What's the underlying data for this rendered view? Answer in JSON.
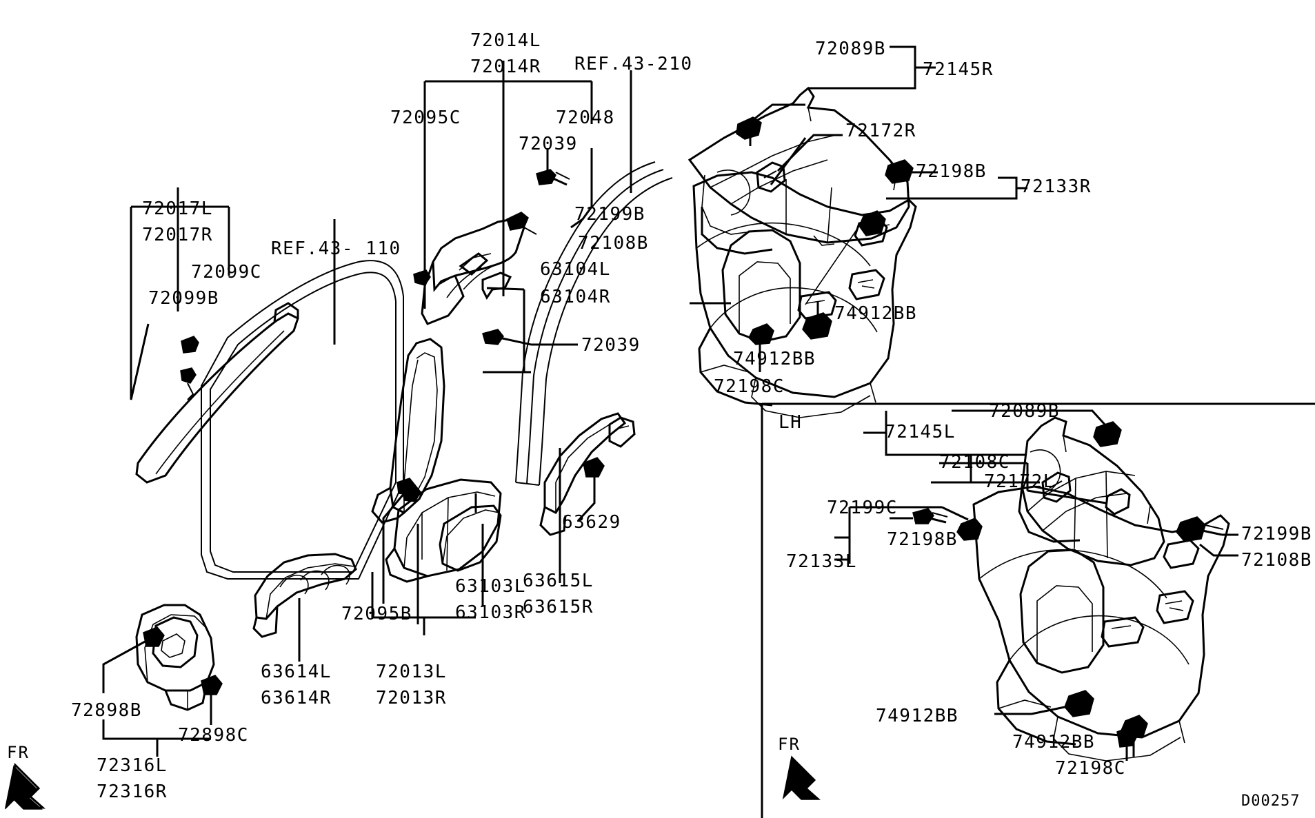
{
  "diagram": {
    "drawing_number": "D00257",
    "inset_title": "LH",
    "orientation_marker_main": "FR",
    "orientation_marker_inset": "FR",
    "references": [
      {
        "id": "ref-43-210",
        "text": "REF.43-210"
      },
      {
        "id": "ref-43-110",
        "text": "REF.43- 110"
      }
    ],
    "part_labels": {
      "top_group": {
        "p72014L": "72014L",
        "p72014R": "72014R",
        "p72095C": "72095C",
        "p72048": "72048",
        "p72039_top": "72039"
      },
      "upper_right": {
        "p72089B": "72089B",
        "p72145R": "72145R",
        "p72172R": "72172R",
        "p72198B": "72198B",
        "p72133R": "72133R"
      },
      "left_group": {
        "p72017L": "72017L",
        "p72017R": "72017R",
        "p72099C": "72099C",
        "p72099B": "72099B"
      },
      "middle": {
        "p72199B": "72199B",
        "p72108B": "72108B",
        "p63104L": "63104L",
        "p63104R": "63104R",
        "p72039_mid": "72039",
        "p63629": "63629",
        "p63615L": "63615L",
        "p63615R": "63615R"
      },
      "center_right": {
        "p74912BB_upper": "74912BB",
        "p74912BB_lower": "74912BB",
        "p72198C": "72198C"
      },
      "bottom": {
        "p72898B": "72898B",
        "p72898C": "72898C",
        "p72316L": "72316L",
        "p72316R": "72316R",
        "p63614L": "63614L",
        "p63614R": "63614R",
        "p72095B": "72095B",
        "p72013L": "72013L",
        "p72013R": "72013R",
        "p63103L": "63103L",
        "p63103R": "63103R"
      },
      "inset_lh": {
        "p72145L": "72145L",
        "p72089B": "72089B",
        "p72108C": "72108C",
        "p72172L": "72172L",
        "p72199C": "72199C",
        "p72199B": "72199B",
        "p72108B": "72108B",
        "p72198B": "72198B",
        "p72133L": "72133L",
        "p74912BB_left": "74912BB",
        "p74912BB_right": "74912BB",
        "p72198C": "72198C"
      }
    },
    "colors": {
      "line": "#000000",
      "background": "#ffffff"
    }
  }
}
